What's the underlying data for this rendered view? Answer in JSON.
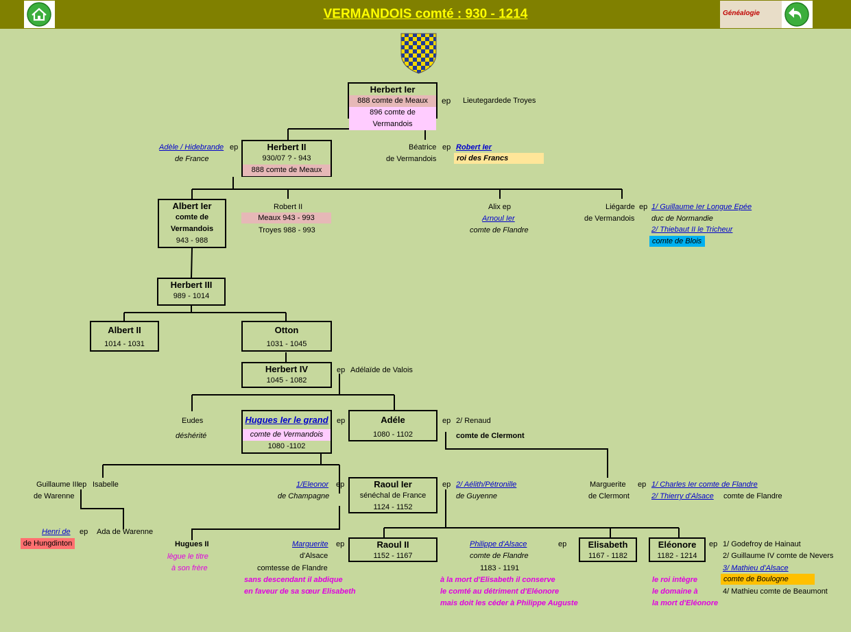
{
  "header": {
    "title": "VERMANDOIS comté : 930 - 1214",
    "logo_text": "Généalogie"
  },
  "colors": {
    "bar": "#808000",
    "title": "#ffff00",
    "background": "#c6d89d",
    "link": "#0000cc",
    "note": "#e000e0"
  },
  "icons": {
    "home": "home-icon",
    "back": "back-arrow-icon",
    "arms": "coat-of-arms-icon"
  },
  "ep": "ep",
  "herbert1": {
    "name": "Herbert Ier",
    "l1": "888 comte de Meaux",
    "l2": "896 comte de Vermandois",
    "spouse": "Lieutegardede Troyes"
  },
  "herbert2": {
    "name": "Herbert II",
    "l1": "930/07 ? - 943",
    "l2": "888 comte de Meaux",
    "spouse1": "Adèle / Hidebrande",
    "spouse2": "de France"
  },
  "beatrice": {
    "l1": "Béatrice",
    "l2": "de Vermandois",
    "spouse1": "Robert Ier",
    "spouse2": "roi des Francs"
  },
  "albert1": {
    "name": "Albert Ier",
    "l1": "comte de",
    "l2": "Vermandois",
    "l3": "943 - 988"
  },
  "robert2": {
    "l1": "Robert II",
    "l2": "Meaux 943 - 993",
    "l3": "Troyes 988 - 993"
  },
  "alix": {
    "l1": "Alix ep",
    "l2": "Arnoul Ier",
    "l3": "comte de Flandre"
  },
  "liegarde": {
    "l1": "Liégarde",
    "l2": "de Vermandois",
    "s1": "1/ Guillaume Ier Longue Epée",
    "s2": "duc de Normandie",
    "s3": "2/ Thiebaut II le Tricheur",
    "s4": "comte de Blois"
  },
  "herbert3": {
    "name": "Herbert III",
    "l1": "989 - 1014"
  },
  "albert2": {
    "name": "Albert II",
    "l1": "1014 - 1031"
  },
  "otton": {
    "name": "Otton",
    "l1": "1031 - 1045"
  },
  "herbert4": {
    "name": "Herbert IV",
    "l1": "1045 - 1082",
    "spouse": "Adélaïde de Valois"
  },
  "eudes": {
    "l1": "Eudes",
    "l2": "déshérité"
  },
  "hugues": {
    "name": "Hugues Ier le grand",
    "l1": "comte de Vermandois",
    "l2": "1080 -1102"
  },
  "adele": {
    "name": "Adéle",
    "l1": "1080 - 1102",
    "s1": "2/ Renaud",
    "s2": "comte de Clermont"
  },
  "guillaume3": {
    "l1": "Guillaume III",
    "l2": "de Warenne",
    "s1": "Isabelle"
  },
  "eleonor": {
    "l1": "1/Eleonor",
    "l2": "de Champagne"
  },
  "raoul1": {
    "name": "Raoul Ier",
    "l1": "sénéchal de France",
    "l2": "1124 - 1152",
    "s1": "2/ Aélith/Pétronille",
    "s2": "de Guyenne"
  },
  "marguerite_c": {
    "l1": "Marguerite",
    "l2": "de Clermont",
    "s1": "1/ Charles Ier comte de Flandre",
    "s2": "2/ Thierry d'Alsace",
    "s3": "comte de Flandre"
  },
  "henri": {
    "l1": "Henri de",
    "l2": "de Hungdinton",
    "s1": "Ada de Warenne"
  },
  "hugues2": {
    "name": "Hugues II",
    "n1": "lègue le titre",
    "n2": "à son frère"
  },
  "marguerite_a": {
    "l1": "Marguerite",
    "l2": "d'Alsace",
    "l3": "comtesse de Flandre",
    "n1": "sans descendant il abdique",
    "n2": "en faveur de sa sœur Elisabeth"
  },
  "raoul2": {
    "name": "Raoul II",
    "l1": "1152 - 1167"
  },
  "philippe": {
    "l1": "Philippe d'Alsace",
    "l2": "comte de Flandre",
    "l3": "1183 - 1191",
    "n1": "à la mort d'Elisabeth il conserve",
    "n2": "le comté au détriment d'Eléonore",
    "n3": "mais doit les céder à Philippe Auguste"
  },
  "elisabeth": {
    "name": "Elisabeth",
    "l1": "1167 - 1182"
  },
  "eleonore": {
    "name": "Eléonore",
    "l1": "1182 - 1214",
    "n1": "le roi intègre",
    "n2": "le domaine à",
    "n3": "la mort d'Eléonore",
    "s1": "1/ Godefroy de Hainaut",
    "s2": "2/ Guillaume IV comte de Nevers",
    "s3": "3/ Mathieu d'Alsace",
    "s4": "comte de Boulogne",
    "s5": "4/ Mathieu comte de Beaumont"
  }
}
